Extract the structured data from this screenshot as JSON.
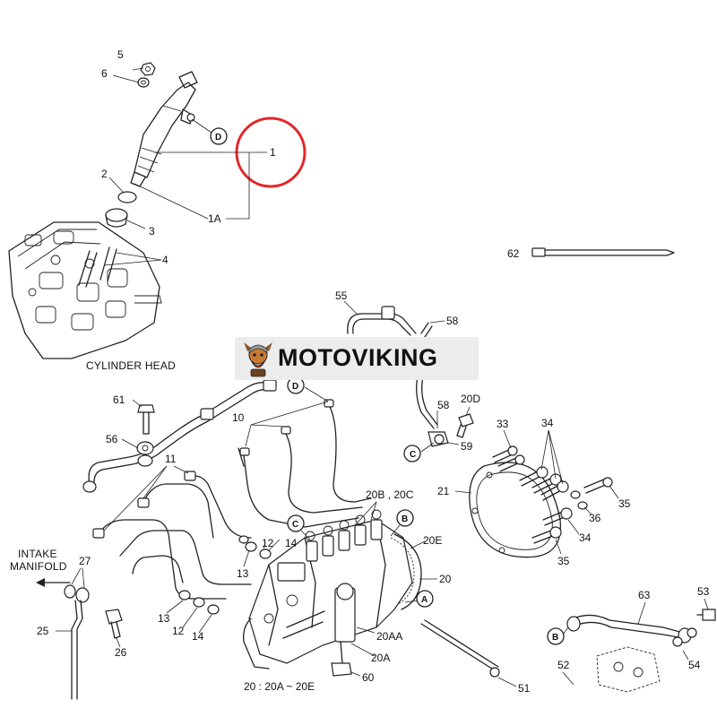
{
  "brand": {
    "name": "MOTOVIKING"
  },
  "captions": {
    "cylinder_head": "CYLINDER HEAD",
    "intake_line1": "INTAKE",
    "intake_line2": "MANIFOLD"
  },
  "callouts": {
    "c1": "1",
    "c1a": "1A",
    "c2": "2",
    "c3": "3",
    "c4": "4",
    "c5": "5",
    "c6": "6",
    "c10": "10",
    "c11": "11",
    "c12": "12",
    "c13a": "13",
    "c13b": "13",
    "c14a": "14",
    "c14b": "14",
    "c20": "20",
    "c20a": "20A",
    "c20aa": "20AA",
    "c20bc": "20B , 20C",
    "c20d": "20D",
    "c20e": "20E",
    "c20range": "20 : 20A ~ 20E",
    "c21": "21",
    "c25": "25",
    "c26": "26",
    "c27": "27",
    "c33": "33",
    "c34a": "34",
    "c34b": "34",
    "c35a": "35",
    "c35b": "35",
    "c36": "36",
    "c51": "51",
    "c52": "52",
    "c53": "53",
    "c54": "54",
    "c55": "55",
    "c56": "56",
    "c58a": "58",
    "c58b": "58",
    "c59": "59",
    "c60": "60",
    "c61": "61",
    "c62": "62",
    "c63": "63"
  },
  "refs": {
    "d_top": "D",
    "d_mid": "D",
    "c_left": "C",
    "c_right": "C",
    "b_pump": "B",
    "b_bottom": "B",
    "a_pump": "A"
  },
  "colors": {
    "highlight": "#e4262a",
    "line": "#222222",
    "logo_bg": "#ececec"
  },
  "icons": {
    "logo": "viking-mascot-icon"
  }
}
